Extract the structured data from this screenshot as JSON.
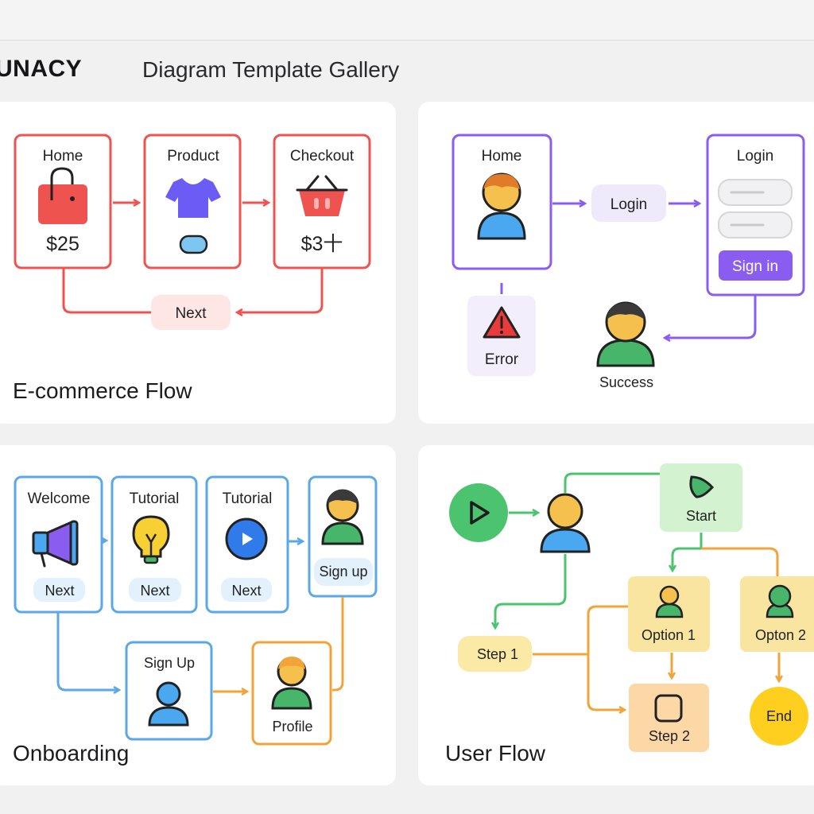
{
  "header": {
    "brand": "UNACY",
    "title": "Diagram Template Gallery"
  },
  "colors": {
    "ecommerce": "#ef5350",
    "login": "#8a5cf0",
    "onboarding": "#5aa9e6",
    "userflow_green": "#4cc36f",
    "userflow_orange": "#f1a43a",
    "yellow": "#ffcf33"
  },
  "templates": [
    {
      "title": "E-commerce Flow",
      "nodes": {
        "home": "Home",
        "product": "Product",
        "checkout": "Checkout",
        "home_price": "$25",
        "checkout_price": "$3十",
        "next": "Next"
      },
      "icons": [
        "shopping-bag-icon",
        "tshirt-icon",
        "basket-icon"
      ]
    },
    {
      "title": "",
      "nodes": {
        "home": "Home",
        "login_step": "Login",
        "login_panel": "Login",
        "sign_in": "Sign in",
        "error": "Error",
        "success": "Success"
      },
      "icons": [
        "user-icon",
        "warning-icon",
        "user-success-icon"
      ]
    },
    {
      "title": "Onboarding",
      "nodes": {
        "welcome": "Welcome",
        "tutorial_1": "Tutorial",
        "tutorial_2": "Tutorial",
        "next_1": "Next",
        "next_2": "Next",
        "next_3": "Next",
        "sign_up_card": "Sign up",
        "sign_up": "Sign Up",
        "profile": "Profile"
      },
      "icons": [
        "megaphone-icon",
        "lightbulb-icon",
        "play-icon",
        "user-icon"
      ]
    },
    {
      "title": "User Flow",
      "nodes": {
        "start": "Start",
        "option_1": "Option 1",
        "option_2": "Opton 2",
        "step_1": "Step 1",
        "step_2": "Step 2",
        "end": "End"
      },
      "icons": [
        "play-circle-icon",
        "user-icon",
        "square-icon"
      ]
    }
  ]
}
